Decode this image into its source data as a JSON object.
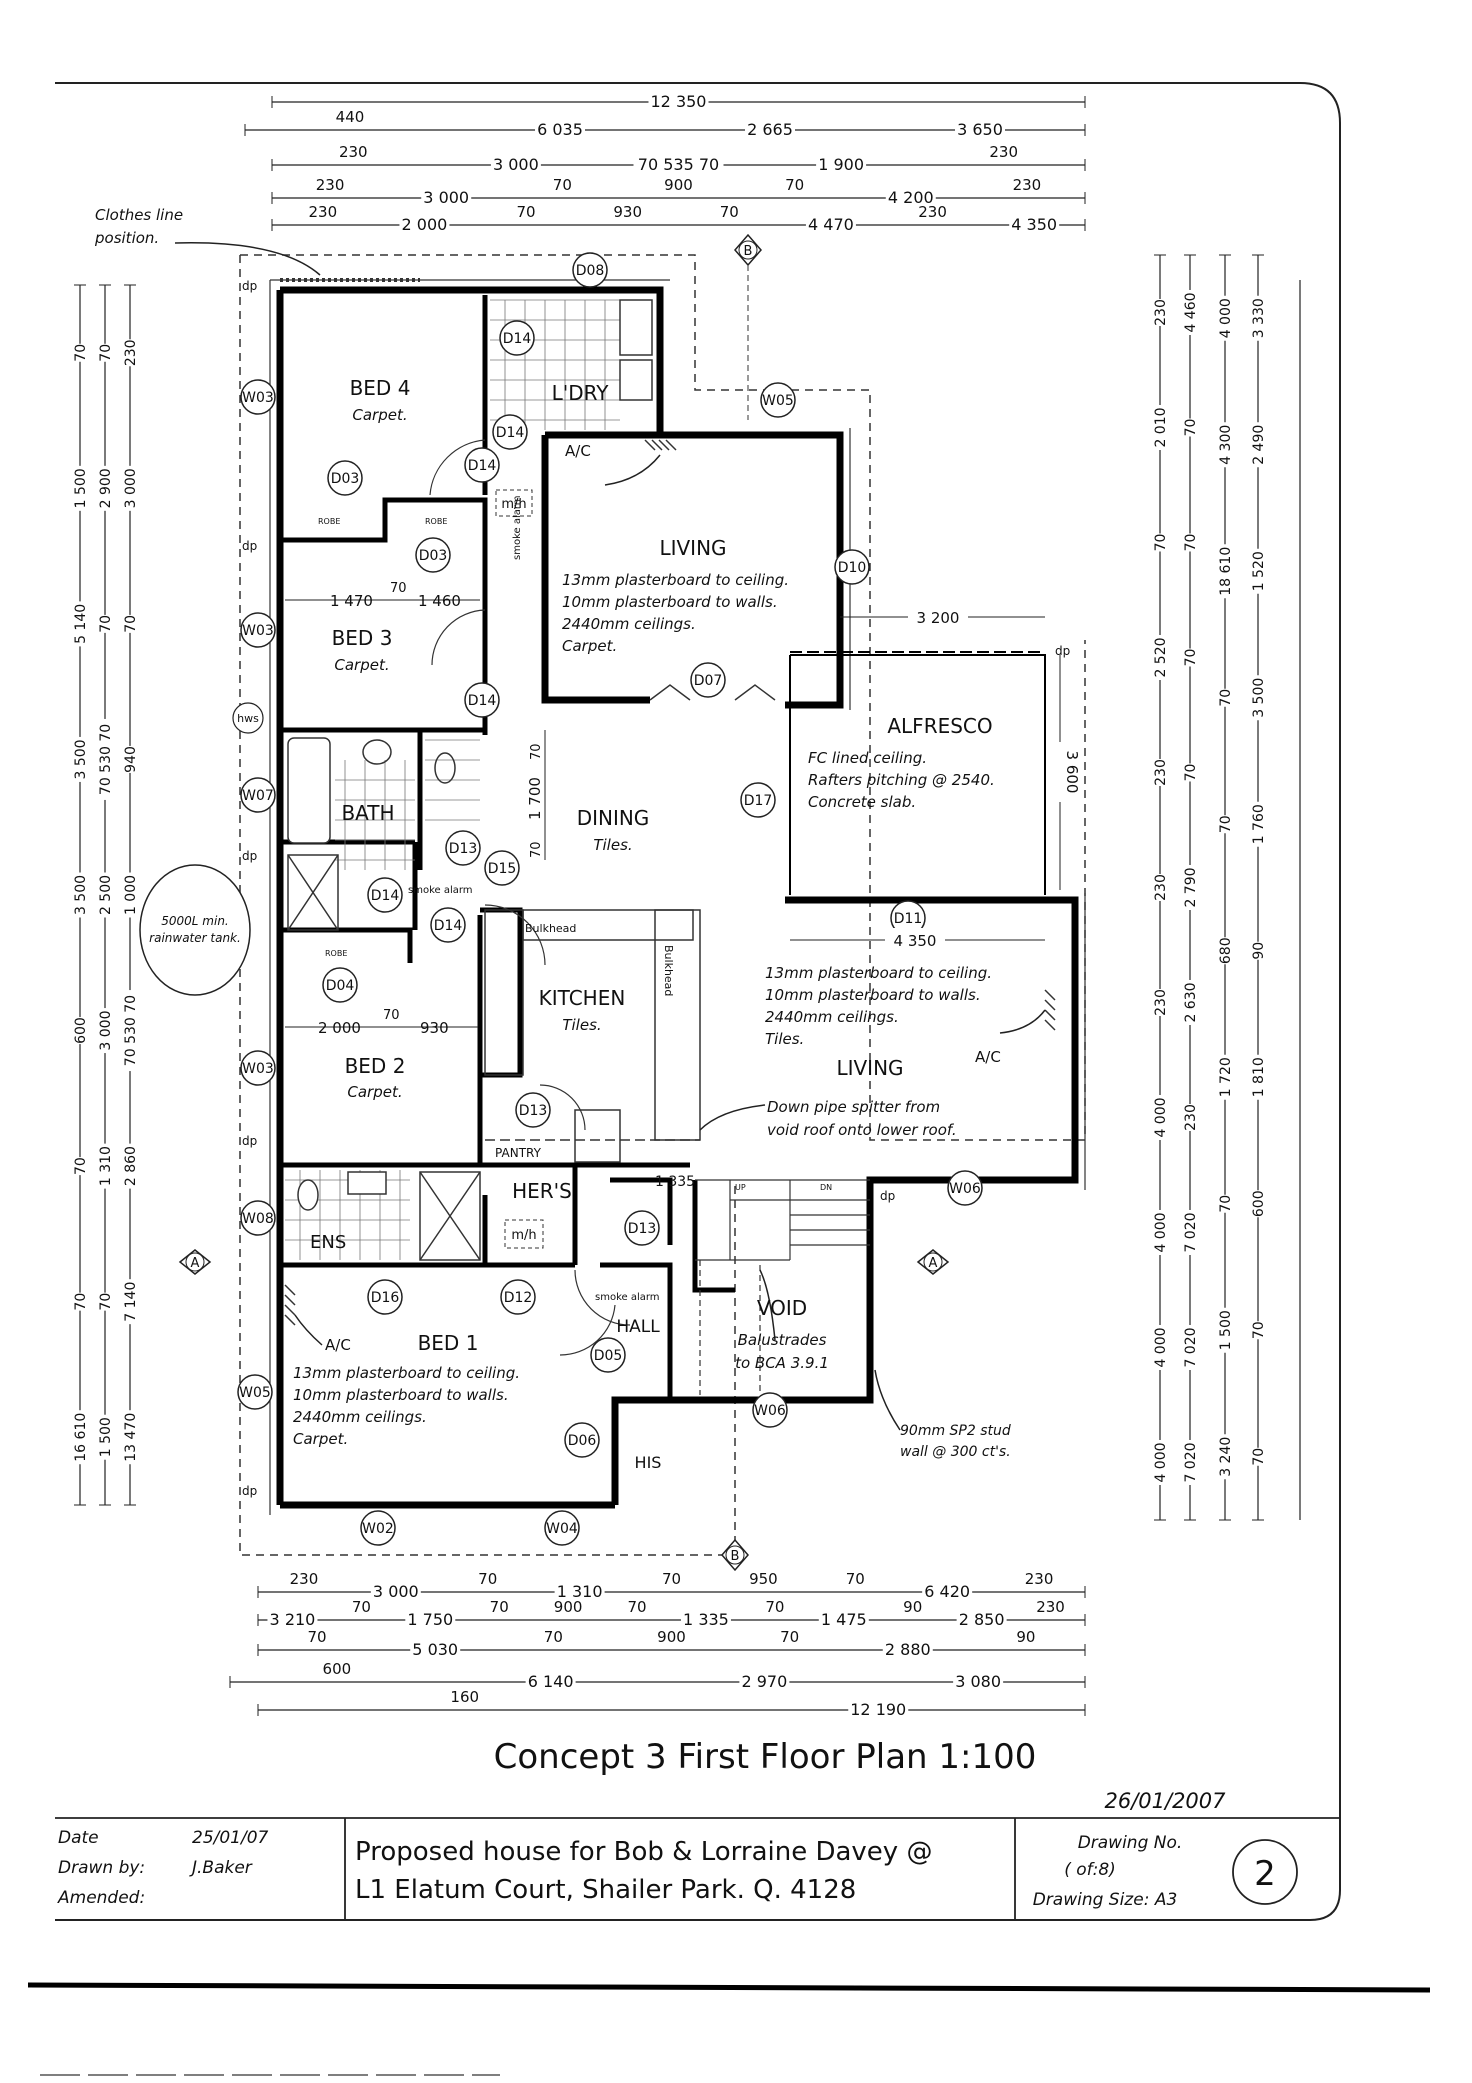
{
  "drawing": {
    "title": "Concept 3 First Floor Plan 1:100",
    "print_date": "26/01/2007",
    "clothes_line_label": [
      "Clothes line",
      "position."
    ],
    "tank_label": [
      "5000L min.",
      "rainwater tank."
    ]
  },
  "title_block": {
    "date_label": "Date",
    "date_value": "25/01/07",
    "drawn_by_label": "Drawn by:",
    "drawn_by_value": "J.Baker",
    "amended_label": "Amended:",
    "project_line1": "Proposed house for Bob & Lorraine Davey @",
    "project_line2": "L1 Elatum Court, Shailer Park. Q. 4128",
    "drawing_no_label": "Drawing No.",
    "drawing_of": "( of:8)",
    "drawing_size": "Drawing Size: A3",
    "drawing_number": "2"
  },
  "rooms": {
    "bed4": {
      "name": "BED 4",
      "finish": "Carpet."
    },
    "ldry": {
      "name": "L'DRY"
    },
    "bed3": {
      "name": "BED 3",
      "finish": "Carpet."
    },
    "living_upper": {
      "name": "LIVING",
      "notes": [
        "13mm plasterboard to ceiling.",
        "10mm plasterboard to walls.",
        "2440mm ceilings.",
        "Carpet."
      ]
    },
    "alfresco": {
      "name": "ALFRESCO",
      "notes": [
        "FC lined ceiling.",
        "Rafters pitching @ 2540.",
        "Concrete slab."
      ]
    },
    "bath": {
      "name": "BATH"
    },
    "dining": {
      "name": "DINING",
      "finish": "Tiles."
    },
    "kitchen": {
      "name": "KITCHEN",
      "finish": "Tiles.",
      "bulkhead": "Bulkhead"
    },
    "bed2": {
      "name": "BED 2",
      "finish": "Carpet."
    },
    "pantry": {
      "name": "PANTRY"
    },
    "living_lower": {
      "name": "LIVING",
      "notes": [
        "13mm plasterboard to ceiling.",
        "10mm plasterboard to walls.",
        "2440mm ceilings.",
        "Tiles."
      ],
      "downpipe_note": [
        "Down pipe spitter from",
        "void roof onto lower roof."
      ]
    },
    "ens": {
      "name": "ENS"
    },
    "hers": {
      "name": "HER'S"
    },
    "bed1": {
      "name": "BED 1",
      "notes": [
        "13mm plasterboard to ceiling.",
        "10mm plasterboard to walls.",
        "2440mm ceilings.",
        "Carpet."
      ]
    },
    "hall": {
      "name": "HALL"
    },
    "void": {
      "name": "VOID",
      "notes": [
        "Balustrades",
        "to BCA 3.9.1"
      ]
    },
    "his": {
      "name": "HIS"
    },
    "stud_note": [
      "90mm SP2 stud",
      "wall @ 300 ct's."
    ]
  },
  "labels": {
    "ac": "A/C",
    "mh": "m/h",
    "robe": "ROBE",
    "smoke_alarm": "smoke alarm",
    "dp": "dp",
    "hws": "hws",
    "section_a": "A",
    "section_b": "B",
    "up": "UP",
    "dn": "DN"
  },
  "tags": {
    "doors": [
      "D08",
      "D14",
      "D14",
      "D14",
      "D03",
      "D03",
      "D10",
      "D07",
      "D14",
      "D17",
      "D13",
      "D15",
      "D14",
      "D14",
      "D04",
      "D11",
      "D13",
      "D13",
      "D16",
      "D12",
      "D05",
      "D06"
    ],
    "windows": [
      "W03",
      "W05",
      "W03",
      "W07",
      "W03",
      "W08",
      "W05",
      "W06",
      "W02",
      "W04",
      "W06"
    ]
  },
  "dimensions": {
    "top": [
      [
        "12 350"
      ],
      [
        "440",
        "6 035",
        "2 665",
        "3 650"
      ],
      [
        "230",
        "3 000",
        "70 535 70",
        "1 900",
        "230"
      ],
      [
        "230",
        "3 000",
        "70",
        "900",
        "70",
        "4 200",
        "230"
      ],
      [
        "230",
        "2 000",
        "70",
        "930",
        "70",
        "4 470",
        "230",
        "4 350"
      ]
    ],
    "bottom": [
      [
        "230",
        "3 000",
        "70",
        "1 310",
        "70",
        "950",
        "70",
        "6 420",
        "230"
      ],
      [
        "3 210",
        "70",
        "1 750",
        "70",
        "900",
        "70",
        "1 335",
        "70",
        "1 475",
        "90",
        "2 850",
        "230"
      ],
      [
        "70",
        "5 030",
        "70",
        "900",
        "70",
        "2 880",
        "90"
      ],
      [
        "600",
        "6 140",
        "2 970",
        "3 080"
      ],
      [
        "160",
        "12 190"
      ]
    ],
    "left": [
      "230",
      "3 000",
      "70",
      "940",
      "1 000",
      "70 530 70",
      "2 860",
      "7 140",
      "13 470",
      "70",
      "2 900",
      "70",
      "70 530 70",
      "2 500",
      "3 000",
      "1 310",
      "70",
      "1 500",
      "70",
      "1 500",
      "5 140",
      "3 500",
      "3 500",
      "600",
      "70",
      "70",
      "16 610"
    ],
    "right": [
      "230",
      "2 010",
      "70",
      "2 520",
      "230",
      "230",
      "230",
      "4 000",
      "4 000",
      "4 000",
      "4 000",
      "4 460",
      "70",
      "70",
      "70",
      "70",
      "2 790",
      "2 630",
      "230",
      "7 020",
      "7 020",
      "7 020",
      "4 000",
      "4 300",
      "18 610",
      "70",
      "70",
      "680",
      "1 720",
      "70",
      "1 500",
      "3 240",
      "3 330",
      "2 490",
      "1 520",
      "3 500",
      "1 760",
      "90",
      "1 810",
      "600",
      "70",
      "70"
    ],
    "interior": {
      "bed3_width": [
        "1 470",
        "70",
        "1 460"
      ],
      "bed2_width": [
        "2 000",
        "70",
        "930"
      ],
      "dining_height": [
        "70",
        "1 700",
        "70"
      ],
      "alfresco_width": "3 200",
      "alfresco_depth": "3 600",
      "living_lower_width": "4 350",
      "stair_width": "1 335"
    }
  }
}
